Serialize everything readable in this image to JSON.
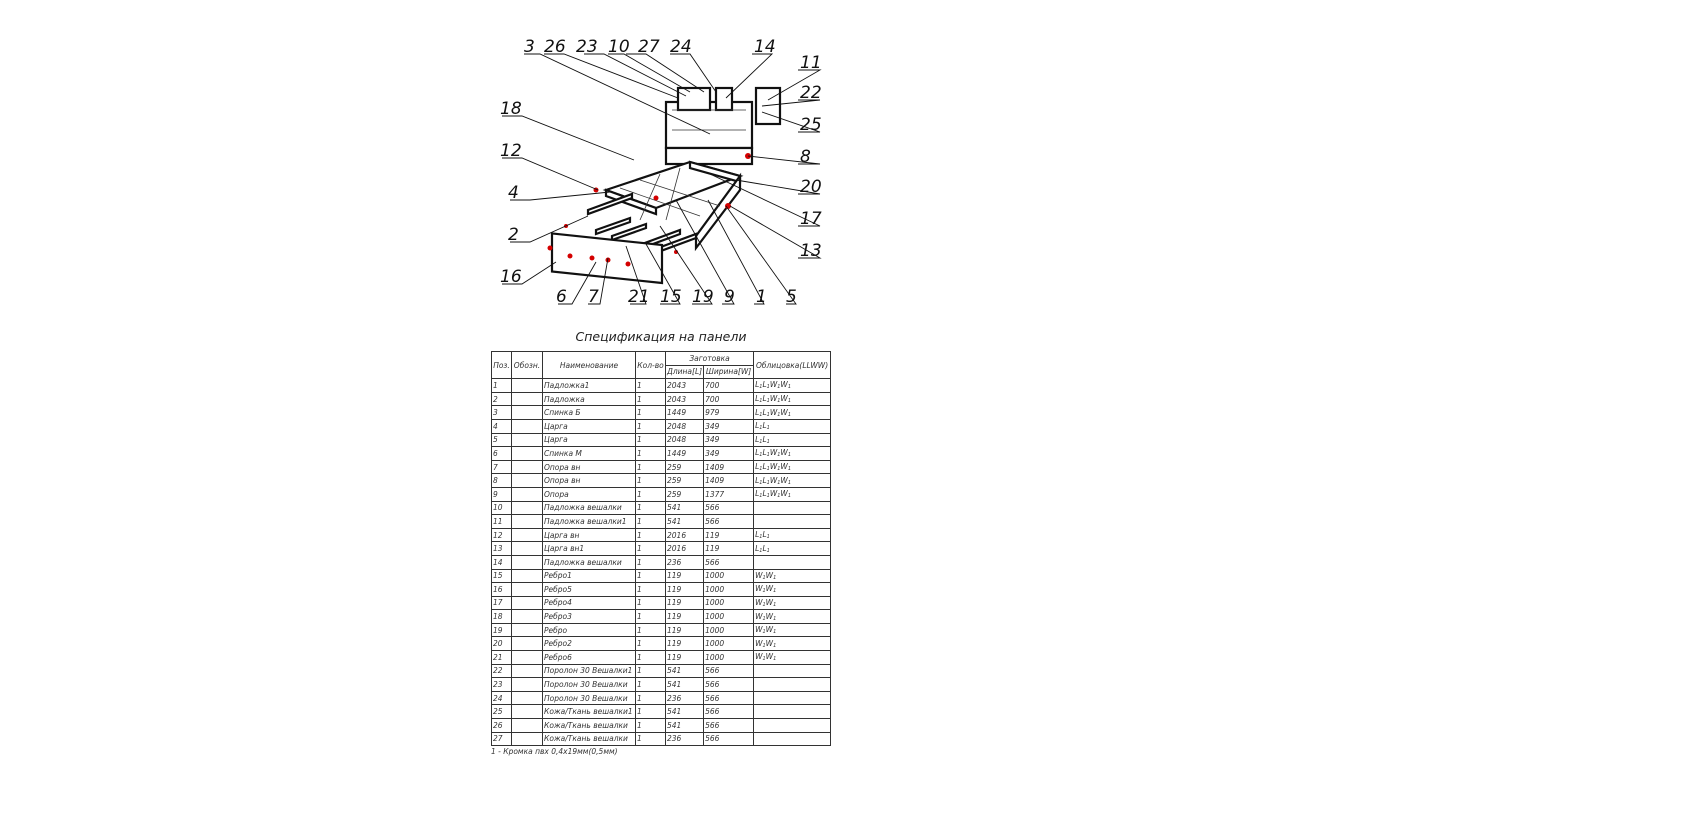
{
  "callouts": [
    {
      "n": "3"
    },
    {
      "n": "26"
    },
    {
      "n": "23"
    },
    {
      "n": "10"
    },
    {
      "n": "27"
    },
    {
      "n": "24"
    },
    {
      "n": "14"
    },
    {
      "n": "11"
    },
    {
      "n": "22"
    },
    {
      "n": "25"
    },
    {
      "n": "18"
    },
    {
      "n": "8"
    },
    {
      "n": "12"
    },
    {
      "n": "20"
    },
    {
      "n": "4"
    },
    {
      "n": "17"
    },
    {
      "n": "2"
    },
    {
      "n": "13"
    },
    {
      "n": "16"
    },
    {
      "n": "6"
    },
    {
      "n": "7"
    },
    {
      "n": "21"
    },
    {
      "n": "15"
    },
    {
      "n": "19"
    },
    {
      "n": "9"
    },
    {
      "n": "1"
    },
    {
      "n": "5"
    }
  ],
  "spec": {
    "title": "Спецификация на панели",
    "headers": {
      "pos": "Поз.",
      "designation": "Обозн.",
      "name": "Наименование",
      "qty": "Кол-во",
      "blank": "Заготовка",
      "length": "Длина[L]",
      "width": "Ширина[W]",
      "edging": "Облицовка(LLWW)"
    },
    "rows": [
      {
        "pos": "1",
        "des": "",
        "name": "Падложка1",
        "qty": "1",
        "len": "2043",
        "wid": "700",
        "edge": "L1L1W1W1"
      },
      {
        "pos": "2",
        "des": "",
        "name": "Падложка",
        "qty": "1",
        "len": "2043",
        "wid": "700",
        "edge": "L1L1W1W1"
      },
      {
        "pos": "3",
        "des": "",
        "name": "Спинка Б",
        "qty": "1",
        "len": "1449",
        "wid": "979",
        "edge": "L1L1W1W1"
      },
      {
        "pos": "4",
        "des": "",
        "name": "Царга",
        "qty": "1",
        "len": "2048",
        "wid": "349",
        "edge": "L1L1"
      },
      {
        "pos": "5",
        "des": "",
        "name": "Царга",
        "qty": "1",
        "len": "2048",
        "wid": "349",
        "edge": "L1L1"
      },
      {
        "pos": "6",
        "des": "",
        "name": "Спинка М",
        "qty": "1",
        "len": "1449",
        "wid": "349",
        "edge": "L1L1W1W1"
      },
      {
        "pos": "7",
        "des": "",
        "name": "Опора вн",
        "qty": "1",
        "len": "259",
        "wid": "1409",
        "edge": "L1L1W1W1"
      },
      {
        "pos": "8",
        "des": "",
        "name": "Опора вн",
        "qty": "1",
        "len": "259",
        "wid": "1409",
        "edge": "L1L1W1W1"
      },
      {
        "pos": "9",
        "des": "",
        "name": "Опора",
        "qty": "1",
        "len": "259",
        "wid": "1377",
        "edge": "L1L1W1W1"
      },
      {
        "pos": "10",
        "des": "",
        "name": "Падложка вешалки",
        "qty": "1",
        "len": "541",
        "wid": "566",
        "edge": ""
      },
      {
        "pos": "11",
        "des": "",
        "name": "Падложка вешалки1",
        "qty": "1",
        "len": "541",
        "wid": "566",
        "edge": ""
      },
      {
        "pos": "12",
        "des": "",
        "name": "Царга вн",
        "qty": "1",
        "len": "2016",
        "wid": "119",
        "edge": "L1L1"
      },
      {
        "pos": "13",
        "des": "",
        "name": "Царга вн1",
        "qty": "1",
        "len": "2016",
        "wid": "119",
        "edge": "L1L1"
      },
      {
        "pos": "14",
        "des": "",
        "name": "Падложка вешалки",
        "qty": "1",
        "len": "236",
        "wid": "566",
        "edge": ""
      },
      {
        "pos": "15",
        "des": "",
        "name": "Ребро1",
        "qty": "1",
        "len": "119",
        "wid": "1000",
        "edge": "W1W1"
      },
      {
        "pos": "16",
        "des": "",
        "name": "Ребро5",
        "qty": "1",
        "len": "119",
        "wid": "1000",
        "edge": "W1W1"
      },
      {
        "pos": "17",
        "des": "",
        "name": "Ребро4",
        "qty": "1",
        "len": "119",
        "wid": "1000",
        "edge": "W1W1"
      },
      {
        "pos": "18",
        "des": "",
        "name": "Ребро3",
        "qty": "1",
        "len": "119",
        "wid": "1000",
        "edge": "W1W1"
      },
      {
        "pos": "19",
        "des": "",
        "name": "Ребро",
        "qty": "1",
        "len": "119",
        "wid": "1000",
        "edge": "W1W1"
      },
      {
        "pos": "20",
        "des": "",
        "name": "Ребро2",
        "qty": "1",
        "len": "119",
        "wid": "1000",
        "edge": "W1W1"
      },
      {
        "pos": "21",
        "des": "",
        "name": "Ребро6",
        "qty": "1",
        "len": "119",
        "wid": "1000",
        "edge": "W1W1"
      },
      {
        "pos": "22",
        "des": "",
        "name": "Поролон 30 Вешалки1",
        "qty": "1",
        "len": "541",
        "wid": "566",
        "edge": ""
      },
      {
        "pos": "23",
        "des": "",
        "name": "Поролон 30 Вешалки",
        "qty": "1",
        "len": "541",
        "wid": "566",
        "edge": ""
      },
      {
        "pos": "24",
        "des": "",
        "name": "Поролон 30 Вешалки",
        "qty": "1",
        "len": "236",
        "wid": "566",
        "edge": ""
      },
      {
        "pos": "25",
        "des": "",
        "name": "Кожа/Ткань вешалки1",
        "qty": "1",
        "len": "541",
        "wid": "566",
        "edge": ""
      },
      {
        "pos": "26",
        "des": "",
        "name": "Кожа/Ткань вешалки",
        "qty": "1",
        "len": "541",
        "wid": "566",
        "edge": ""
      },
      {
        "pos": "27",
        "des": "",
        "name": "Кожа/Ткань вешалки",
        "qty": "1",
        "len": "236",
        "wid": "566",
        "edge": ""
      }
    ]
  },
  "footnote": "1 - Кромка пвх 0,4х19мм(0,5мм)"
}
